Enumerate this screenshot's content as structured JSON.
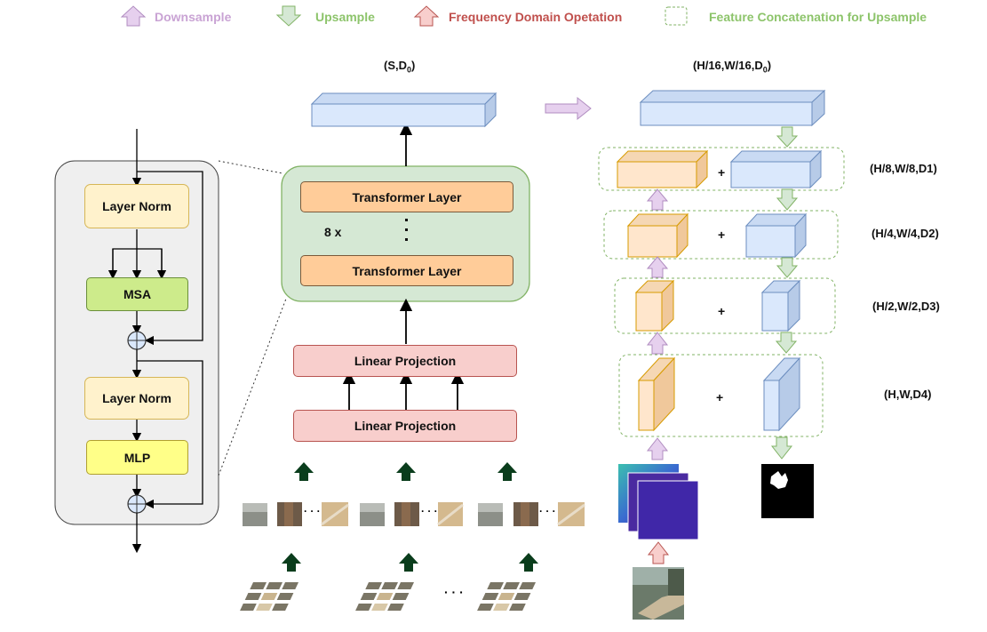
{
  "legend": {
    "downsample": {
      "label": "Downsample",
      "color": "#c9a3d4"
    },
    "upsample": {
      "label": "Upsample",
      "color": "#8dc46b"
    },
    "frequency": {
      "label": "Frequency Domain Opetation",
      "color": "#c0504d"
    },
    "concat": {
      "label": "Feature Concatenation for Upsample",
      "color": "#8dc46b"
    }
  },
  "encoder_block": {
    "layer_norm_1": "Layer Norm",
    "msa": "MSA",
    "layer_norm_2": "Layer Norm",
    "mlp": "MLP"
  },
  "transformer": {
    "layer_top": "Transformer Layer",
    "repeat": "8 x",
    "layer_bottom": "Transformer Layer",
    "output_label_main": "(S,D",
    "output_label_sub": "0",
    "output_label_end": ")"
  },
  "projections": {
    "upper": "Linear Projection",
    "lower": "Linear Projection"
  },
  "decoder": {
    "top_label_main": "(H/16,W/16,D",
    "top_label_sub": "0",
    "top_label_end": ")",
    "levels": [
      {
        "label": "(H/8,W/8,D1)"
      },
      {
        "label": "(H/4,W/4,D2)"
      },
      {
        "label": "(H/2,W/2,D3)"
      },
      {
        "label": "(H,W,D4)"
      }
    ],
    "plus": "+"
  },
  "patches": {
    "ellipsis": "· · ·"
  },
  "colors": {
    "blue_fill": "#dae8fc",
    "blue_stroke": "#6c8ebf",
    "orange_fill": "#ffe6cc",
    "orange_stroke": "#d79b00",
    "green_fill": "#d5e8d4",
    "green_stroke": "#82b366",
    "red_fill": "#f8cecc",
    "red_stroke": "#b85450",
    "yellow_fill": "#fff2cc",
    "yellow_stroke": "#d6b656",
    "msa_fill": "#cdeb8b",
    "mlp_fill": "#ffff88"
  }
}
